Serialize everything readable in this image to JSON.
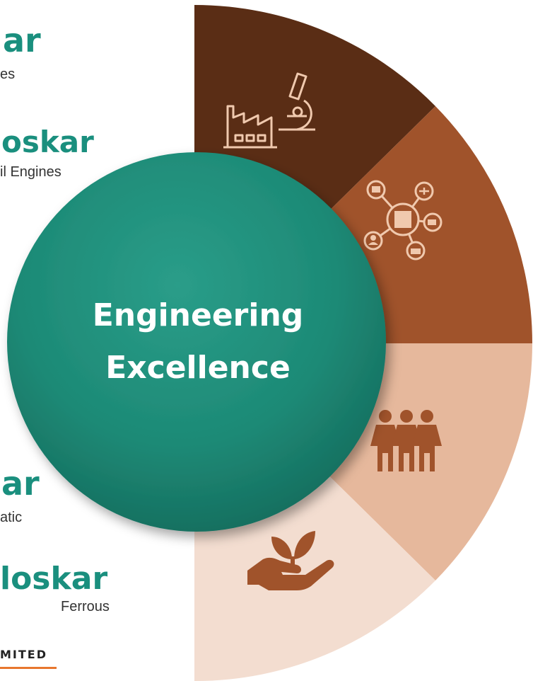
{
  "center": {
    "line1": "Engineering",
    "line2": "Excellence"
  },
  "logos": [
    {
      "name_fragment": "ar",
      "subtitle": "es"
    },
    {
      "name_fragment": "oskar",
      "subtitle": "il Engines"
    },
    {
      "name_fragment": "ar",
      "subtitle": "atic"
    },
    {
      "name_fragment": "loskar",
      "subtitle": "Ferrous"
    },
    {
      "name_fragment": "MITED",
      "subtitle": ""
    }
  ],
  "segments": [
    {
      "color": "#5a2d15",
      "icon": "factory-microscope-icon"
    },
    {
      "color": "#a0532b",
      "icon": "network-hub-icon"
    },
    {
      "color": "#e6b89c",
      "icon": "people-group-icon"
    },
    {
      "color": "#f3ddd0",
      "icon": "plant-in-hand-icon"
    }
  ],
  "colors": {
    "center_circle": "#1f8a78",
    "logo_text": "#1a8f7e",
    "icon_outline_light": "#f0c9ae",
    "icon_fill_dark": "#a0532b"
  }
}
